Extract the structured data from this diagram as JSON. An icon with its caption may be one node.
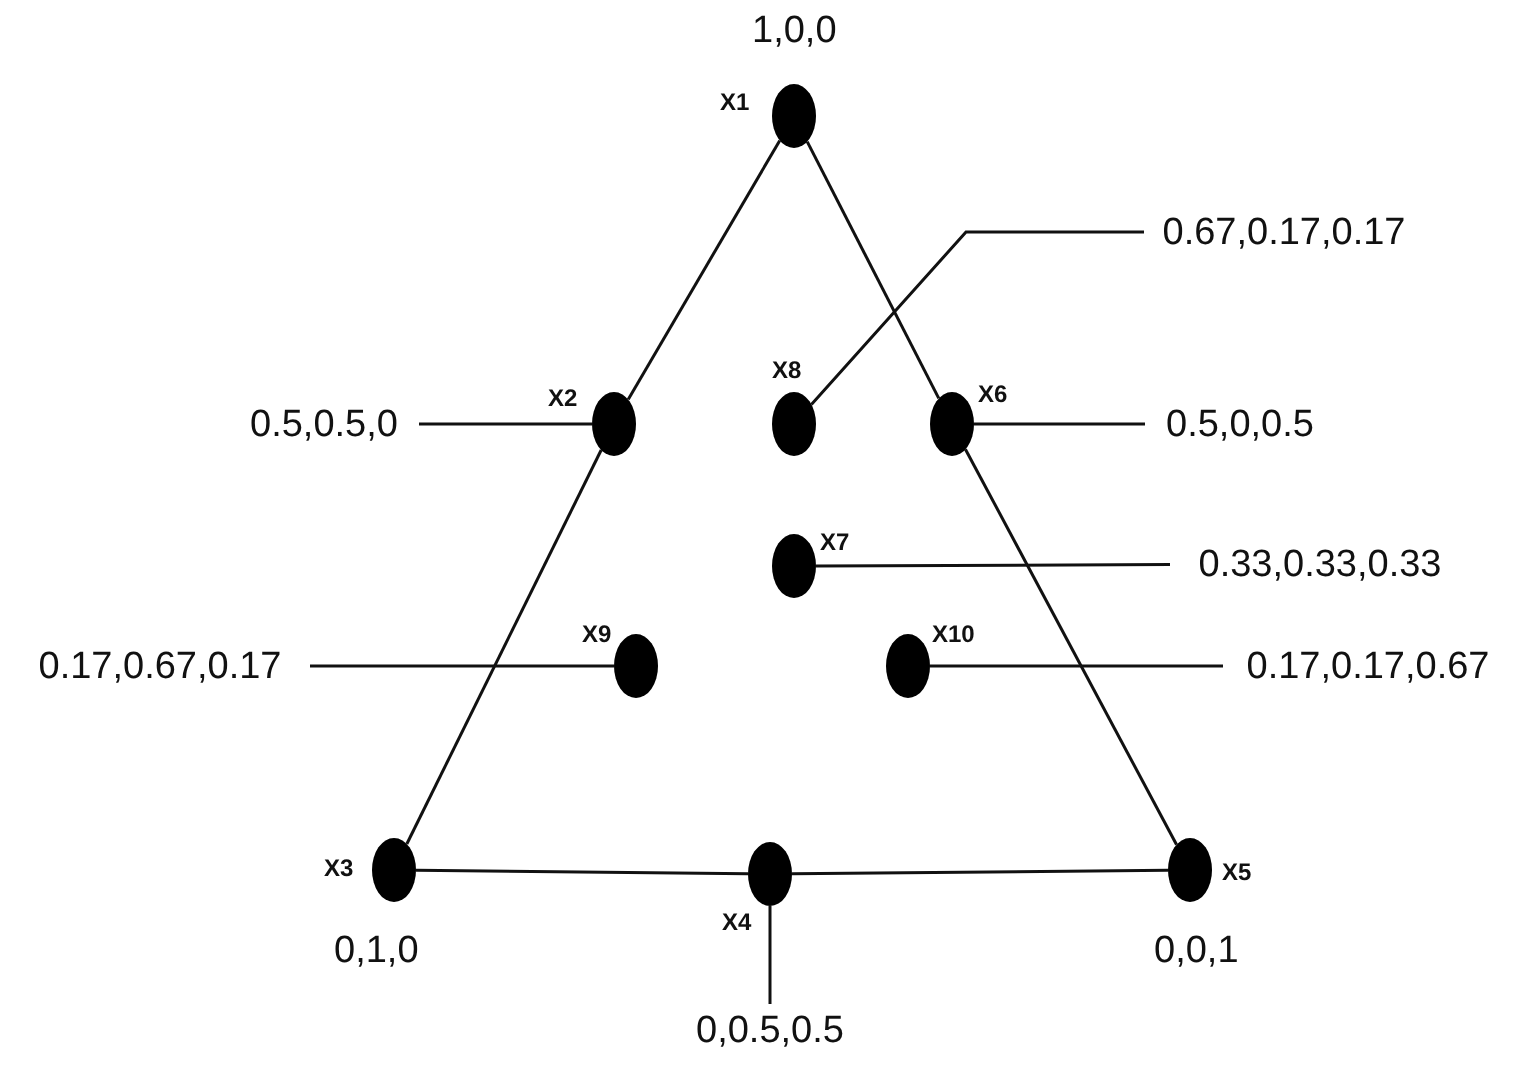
{
  "diagram": {
    "nodes": [
      {
        "text": [],
        "shape": "circle",
        "beside": [
          "1,0,0",
          "X1"
        ]
      },
      {
        "text": [],
        "shape": "circle",
        "beside": [
          "X2"
        ]
      },
      {
        "text": [],
        "shape": "circle",
        "beside": [
          "X8"
        ]
      },
      {
        "text": [],
        "shape": "circle",
        "beside": [
          "X6"
        ]
      },
      {
        "text": [],
        "shape": "circle",
        "beside": [
          "X7"
        ]
      },
      {
        "text": [],
        "shape": "circle",
        "beside": [
          "X9"
        ]
      },
      {
        "text": [],
        "shape": "circle",
        "beside": [
          "X10"
        ]
      },
      {
        "text": [],
        "shape": "circle",
        "beside": [
          "X3",
          "0,1,0"
        ]
      },
      {
        "text": [],
        "shape": "circle",
        "beside": [
          "X4"
        ]
      },
      {
        "text": [],
        "shape": "circle",
        "beside": [
          "X5",
          "0,0,1"
        ]
      },
      {
        "text": [
          "0.67,0.17,0.17"
        ]
      },
      {
        "text": [
          "0.5,0.5,0"
        ]
      },
      {
        "text": [
          "0.5,0,0.5"
        ]
      },
      {
        "text": [
          "0.33,0.33,0.33"
        ]
      },
      {
        "text": [
          "0.17,0.67,0.17"
        ]
      },
      {
        "text": [
          "0.17,0.17,0.67"
        ]
      },
      {
        "text": [
          "0,0.5,0.5"
        ]
      }
    ],
    "edges": [
      {
        "from": 0,
        "to": 1,
        "arrow": "none"
      },
      {
        "from": 1,
        "to": 7,
        "arrow": "none"
      },
      {
        "from": 7,
        "to": 8,
        "arrow": "none"
      },
      {
        "from": 8,
        "to": 9,
        "arrow": "none"
      },
      {
        "from": 9,
        "to": 3,
        "arrow": "none"
      },
      {
        "from": 3,
        "to": 0,
        "arrow": "none"
      },
      {
        "from": 11,
        "to": 1,
        "arrow": "none"
      },
      {
        "from": 10,
        "to": 2,
        "arrow": "none"
      },
      {
        "from": 12,
        "to": 3,
        "arrow": "none"
      },
      {
        "from": 13,
        "to": 4,
        "arrow": "none"
      },
      {
        "from": 14,
        "to": 5,
        "arrow": "none"
      },
      {
        "from": 15,
        "to": 6,
        "arrow": "none"
      },
      {
        "from": 16,
        "to": 8,
        "arrow": "none"
      }
    ]
  }
}
